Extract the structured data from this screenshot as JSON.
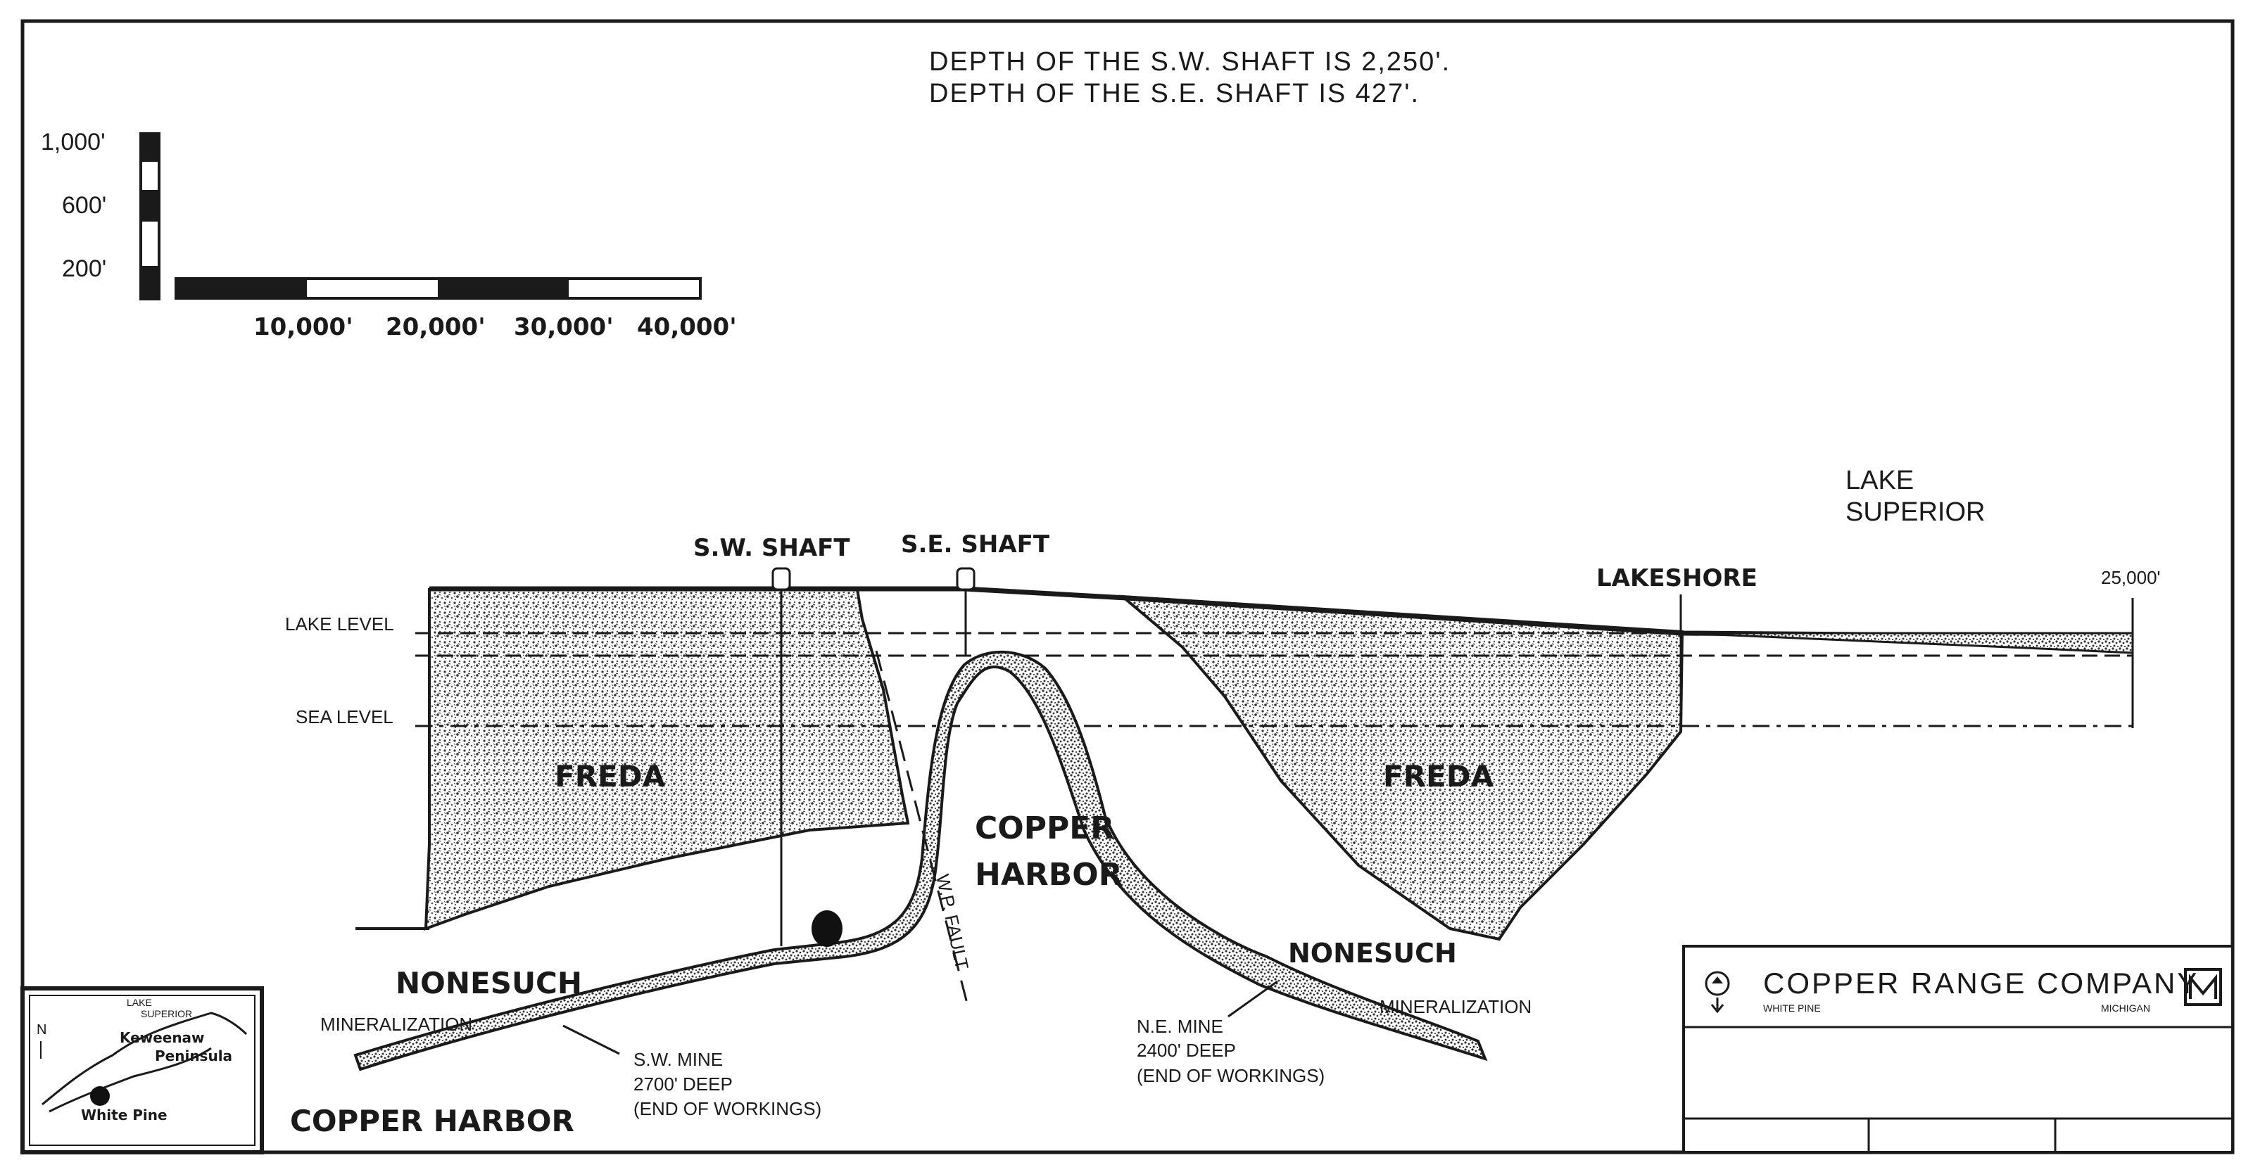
{
  "header": {
    "line1": "DEPTH OF THE S.W. SHAFT IS 2,250'.",
    "line2": "DEPTH OF THE S.E. SHAFT IS 427'."
  },
  "vertical_scale": {
    "ticks": [
      "1,000'",
      "600'",
      "200'"
    ]
  },
  "horizontal_scale": {
    "ticks": [
      "10,000'",
      "20,000'",
      "30,000'",
      "40,000'"
    ]
  },
  "section": {
    "lake_superior": [
      "LAKE",
      "SUPERIOR"
    ],
    "sw_shaft": "S.W. SHAFT",
    "se_shaft": "S.E. SHAFT",
    "lakeshore": "LAKESHORE",
    "distance": "25,000'",
    "lake_level": "LAKE LEVEL",
    "sea_level": "SEA LEVEL",
    "freda_left": "FREDA",
    "freda_right": "FREDA",
    "copper_harbor_center": [
      "COPPER",
      "HARBOR"
    ],
    "fault": "W.P. FAULT",
    "nonesuch_left": "NONESUCH",
    "nonesuch_right": "NONESUCH",
    "mineralization_left": "MINERALIZATION",
    "mineralization_right": "MINERALIZATION",
    "sw_mine": [
      "S.W. MINE",
      "2700' DEEP",
      "(END OF WORKINGS)"
    ],
    "ne_mine": [
      "N.E. MINE",
      "2400' DEEP",
      "(END OF WORKINGS)"
    ],
    "copper_harbor_bottom": "COPPER HARBOR"
  },
  "inset_map": {
    "lake": [
      "LAKE",
      "SUPERIOR"
    ],
    "peninsula": [
      "Keweenaw",
      "Peninsula"
    ],
    "town": "White Pine",
    "north": "N"
  },
  "title_block": {
    "company": "COPPER RANGE COMPANY",
    "sub_left": "WHITE PINE",
    "sub_right": "MICHIGAN"
  },
  "colors": {
    "ink": "#1a1a1a",
    "paper": "#ffffff",
    "stipple": "#4a4a4a"
  }
}
